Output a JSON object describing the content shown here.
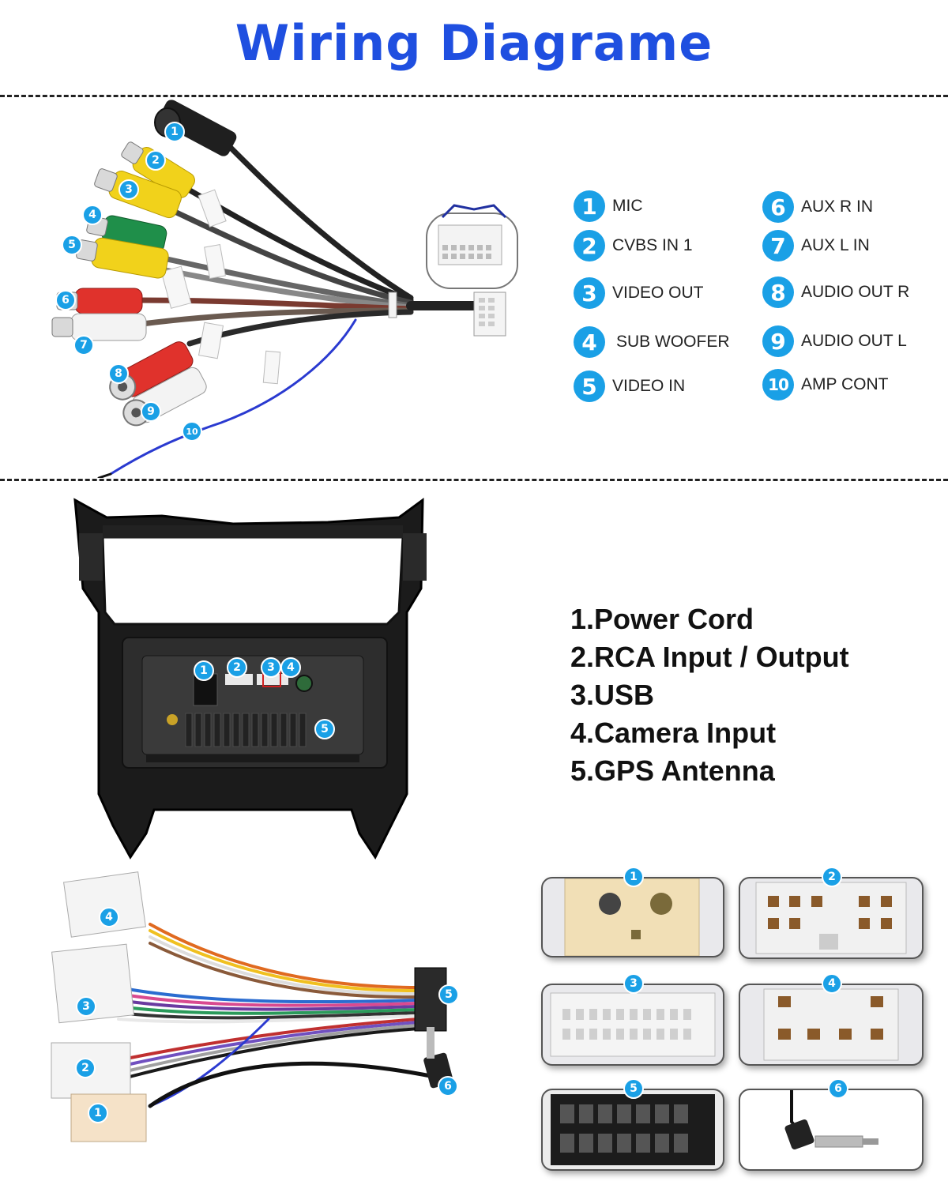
{
  "header": {
    "title": "Wiring Diagrame"
  },
  "legend": {
    "items": [
      {
        "num": "1",
        "label": "MIC"
      },
      {
        "num": "2",
        "label": "CVBS IN 1"
      },
      {
        "num": "3",
        "label": "VIDEO OUT"
      },
      {
        "num": "4",
        "label": "SUB WOOFER"
      },
      {
        "num": "5",
        "label": "VIDEO IN"
      },
      {
        "num": "6",
        "label": "AUX R IN"
      },
      {
        "num": "7",
        "label": "AUX L IN"
      },
      {
        "num": "8",
        "label": "AUDIO OUT R"
      },
      {
        "num": "9",
        "label": "AUDIO OUT L"
      },
      {
        "num": "10",
        "label": "AMP CONT"
      }
    ]
  },
  "cable_markers": [
    "1",
    "2",
    "3",
    "4",
    "5",
    "6",
    "7",
    "8",
    "9",
    "10"
  ],
  "unit_markers": [
    "1",
    "2",
    "3",
    "4",
    "5"
  ],
  "ports": {
    "items": [
      "1.Power Cord",
      "2.RCA Input / Output",
      "3.USB",
      "4.Camera Input",
      "5.GPS Antenna"
    ]
  },
  "harness_markers": [
    "1",
    "2",
    "3",
    "4",
    "5",
    "6"
  ],
  "connector_panels": [
    "1",
    "2",
    "3",
    "4",
    "5",
    "6"
  ],
  "colors": {
    "title": "#1f4fe0",
    "badge": "#1aa0e6"
  }
}
